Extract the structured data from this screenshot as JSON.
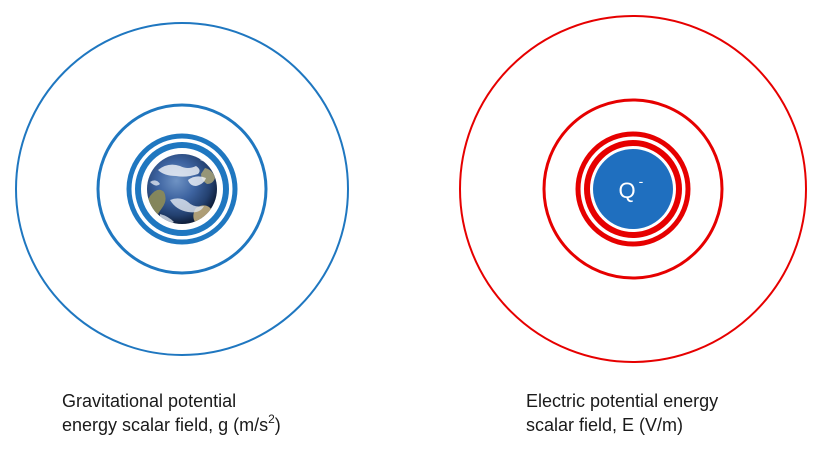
{
  "colors": {
    "gravity_rings": "#1f77c0",
    "electric_rings": "#e60000",
    "charge_fill": "#1f6fbf",
    "charge_text": "#ffffff"
  },
  "gravity": {
    "icon": "earth-icon",
    "caption_line1": "Gravitational potential",
    "caption_line2_prefix": "energy scalar field, g (m/s",
    "caption_line2_sup": "2",
    "caption_line2_suffix": ")"
  },
  "electric": {
    "charge_label": "Q",
    "charge_sign": "-",
    "caption_line1": "Electric potential energy",
    "caption_line2": "scalar field, E (V/m)"
  }
}
